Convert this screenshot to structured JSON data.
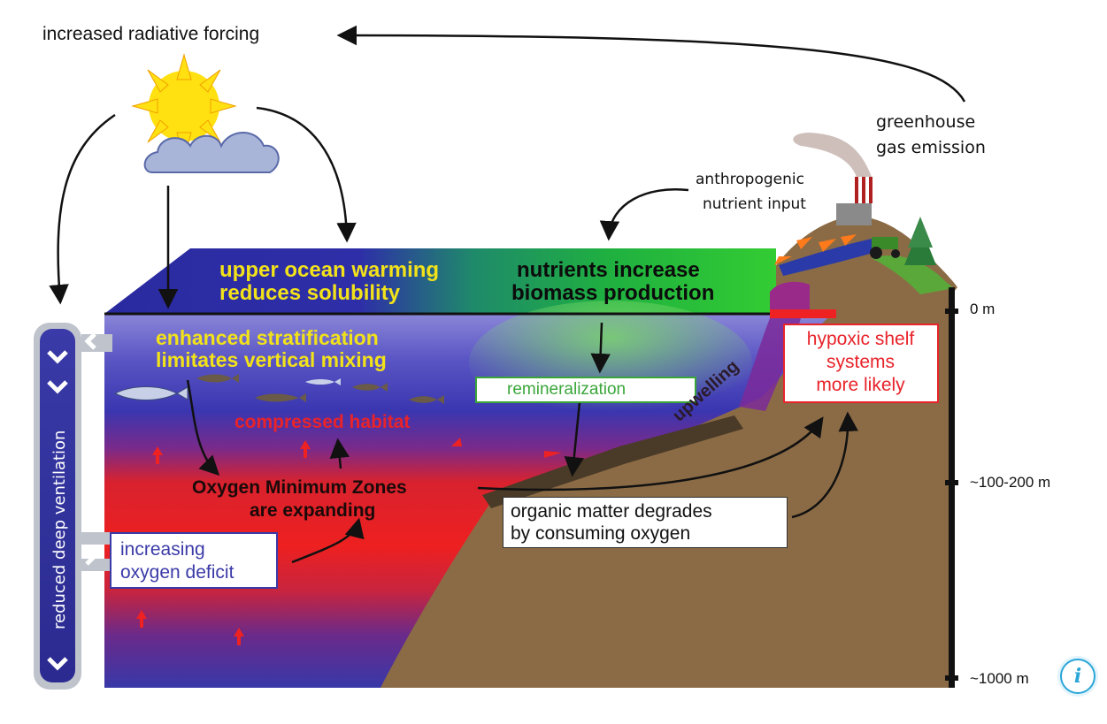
{
  "labels": {
    "radiative_forcing": "increased radiative forcing",
    "greenhouse_1": "greenhouse",
    "greenhouse_2": "gas emission",
    "anthro_1": "anthropogenic",
    "anthro_2": "nutrient input",
    "warming_1": "upper ocean warming",
    "warming_2": "reduces solubility",
    "nutrients_1": "nutrients increase",
    "nutrients_2": "biomass production",
    "stratification_1": "enhanced stratification",
    "stratification_2": "limitates vertical mixing",
    "remineralization": "remineralization",
    "upwelling": "upwelling",
    "compressed_habitat": "compressed habitat",
    "omz_1": "Oxygen Minimum Zones",
    "omz_2": "are expanding",
    "organic_1": "organic matter degrades",
    "organic_2": "by consuming oxygen",
    "deficit_1": "increasing",
    "deficit_2": "oxygen deficit",
    "hypoxic_1": "hypoxic shelf",
    "hypoxic_2": "systems",
    "hypoxic_3": "more likely",
    "ventilation": "reduced deep ventilation"
  },
  "depth_scale": {
    "surface": "0 m",
    "shelf": "~100-200 m",
    "deep": "~1000 m"
  },
  "info_button": {
    "glyph": "i"
  },
  "colors": {
    "ocean_top": "#6f6fc8",
    "ocean_deep": "#3b3ba3",
    "omz_red": "#ee2222",
    "seafloor": "#8a6a46",
    "label_yellow": "#f2e21a",
    "label_red": "#e8232a",
    "remin_green": "#3aa63a",
    "info_blue": "#2aa6d8"
  }
}
